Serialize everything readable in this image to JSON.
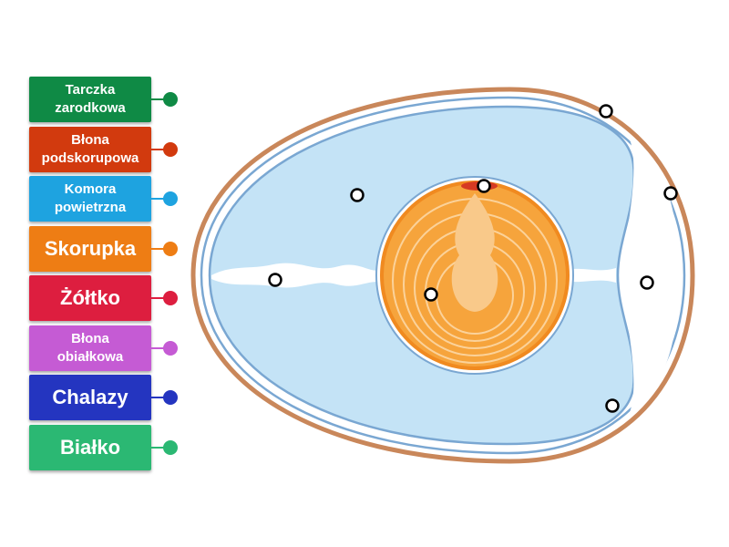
{
  "labels": [
    {
      "line1": "Tarczka",
      "line2": "zarodkowa",
      "color": "#0f8a45",
      "size": "small"
    },
    {
      "line1": "Błona",
      "line2": "podskorupowa",
      "color": "#d23a0e",
      "size": "small"
    },
    {
      "line1": "Komora",
      "line2": "powietrzna",
      "color": "#1ea3e0",
      "size": "small"
    },
    {
      "line1": "Skorupka",
      "line2": "",
      "color": "#ee7d14",
      "size": "big"
    },
    {
      "line1": "Żółtko",
      "line2": "",
      "color": "#dd1e3f",
      "size": "big"
    },
    {
      "line1": "Błona",
      "line2": "obiałkowa",
      "color": "#c55bd4",
      "size": "small"
    },
    {
      "line1": "Chalazy",
      "line2": "",
      "color": "#2435c0",
      "size": "big"
    },
    {
      "line1": "Białko",
      "line2": "",
      "color": "#2bb873",
      "size": "big"
    }
  ],
  "colors": {
    "shell": "#c9875a",
    "membrane": "#7aa7d2",
    "albumen": "#c4e3f6",
    "air_cell": "#ffffff",
    "yolk": "#f6a43c",
    "yolk_rim": "#f08a20",
    "germinal_disc": "#d63a22"
  }
}
